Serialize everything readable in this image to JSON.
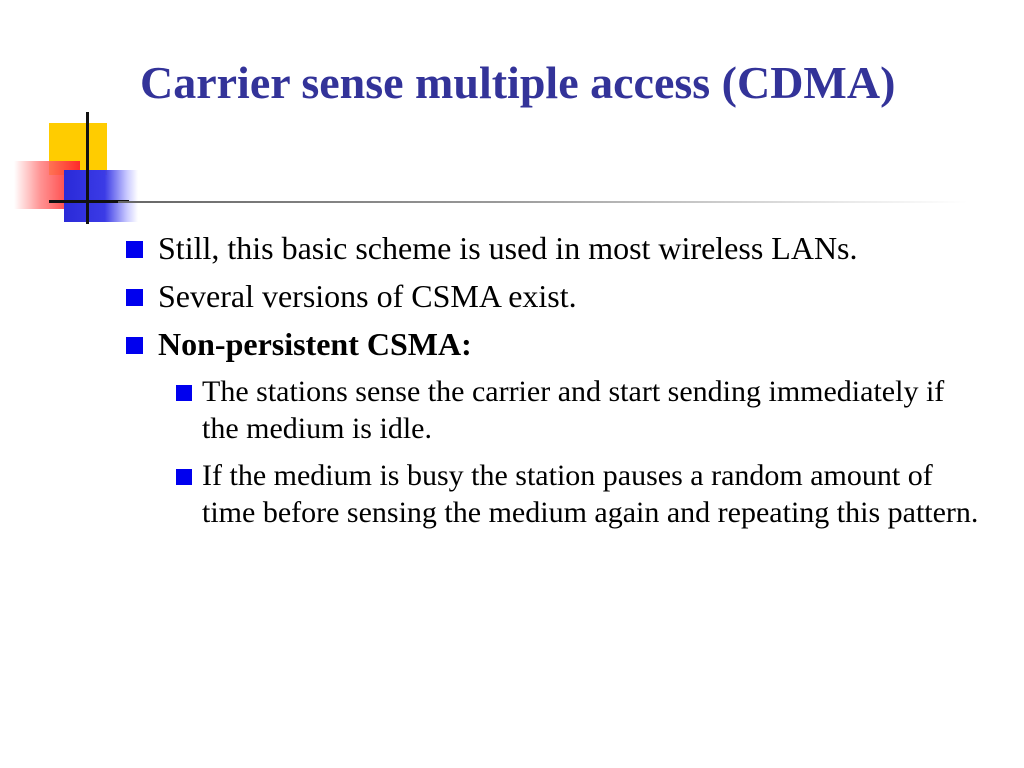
{
  "slide": {
    "title": "Carrier sense multiple access (CDMA)",
    "bullets": [
      {
        "text": "Still, this basic scheme is used in most wireless LANs."
      },
      {
        "text": "Several versions of CSMA exist."
      },
      {
        "text": "Non-persistent CSMA:"
      }
    ],
    "subbullets": [
      {
        "text": "The stations sense the carrier and start sending immediately if the medium is idle."
      },
      {
        "text": "If the medium is busy the station pauses a random amount of time before sensing the medium again and repeating this pattern."
      }
    ]
  },
  "colors": {
    "title": "#333399",
    "bullet_marker": "#0000ee",
    "accent_yellow": "#ffcc00",
    "accent_red": "#ff2a2a",
    "accent_blue": "#2a2ad8"
  }
}
